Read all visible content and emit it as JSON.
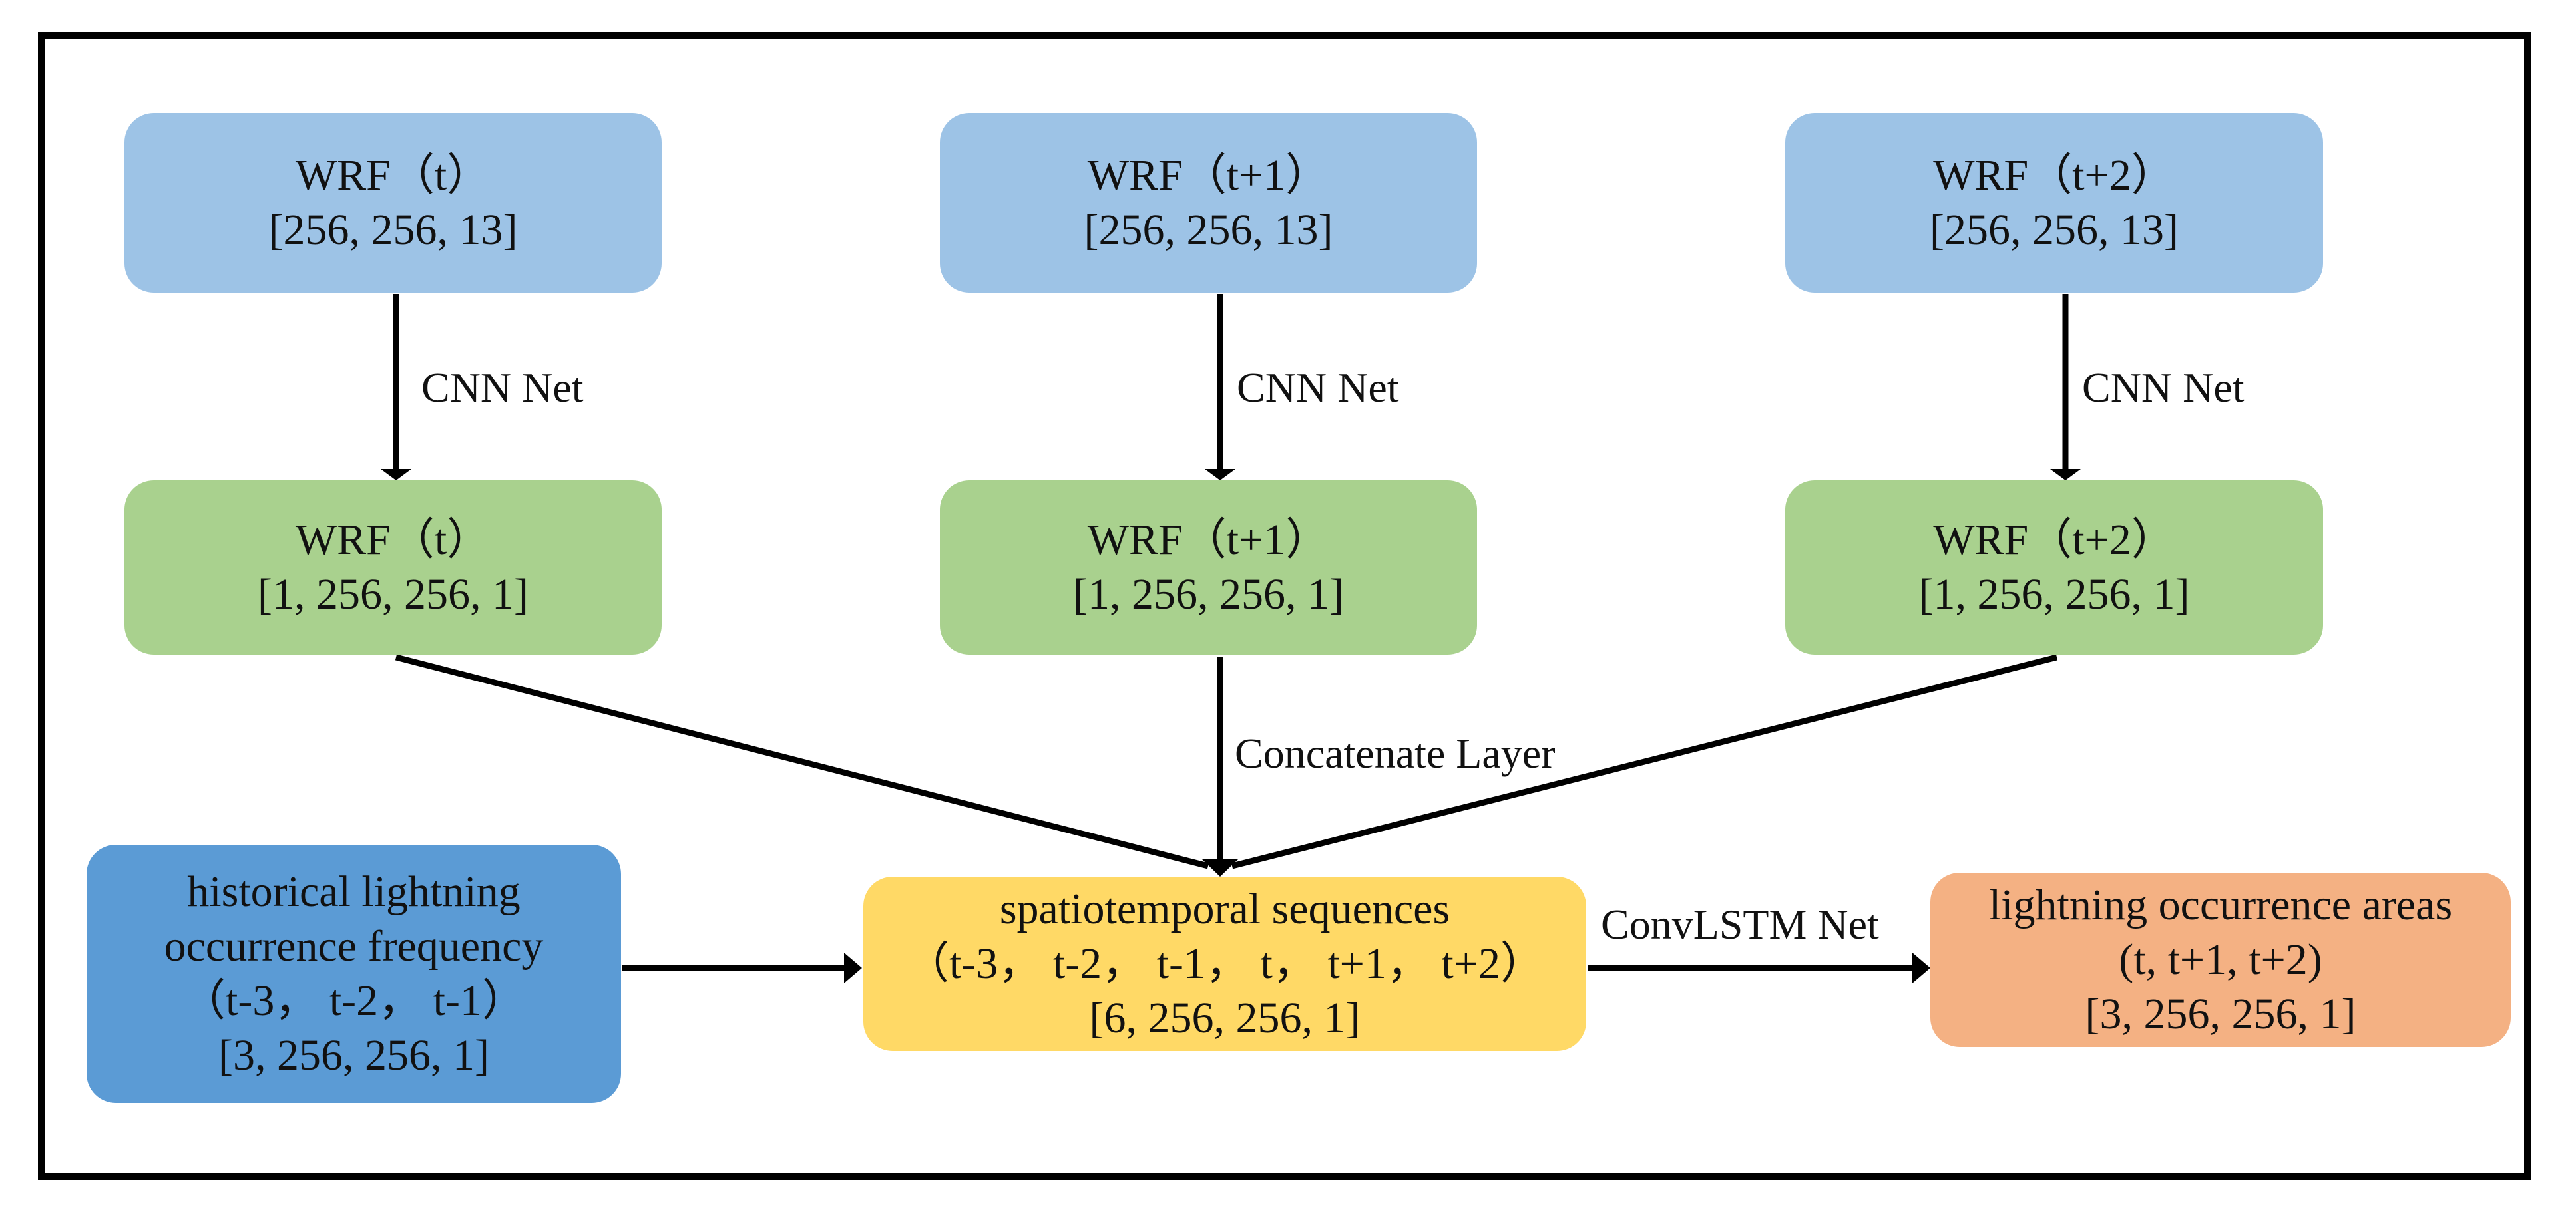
{
  "colors": {
    "wrf_input": "#9dc3e6",
    "cnn_output": "#a9d18e",
    "history": "#5b9bd5",
    "sequence": "#ffd966",
    "output": "#f4b183",
    "line": "#000000"
  },
  "wrf_inputs": [
    {
      "title": "WRF（t）",
      "shape": "[256, 256, 13]"
    },
    {
      "title": "WRF（t+1）",
      "shape": "[256, 256, 13]"
    },
    {
      "title": "WRF（t+2）",
      "shape": "[256, 256, 13]"
    }
  ],
  "cnn_outputs": [
    {
      "title": "WRF（t）",
      "shape": "[1, 256, 256, 1]"
    },
    {
      "title": "WRF（t+1）",
      "shape": "[1, 256, 256, 1]"
    },
    {
      "title": "WRF（t+2）",
      "shape": "[1, 256, 256, 1]"
    }
  ],
  "edge_labels": {
    "cnn": "CNN Net",
    "concat": "Concatenate Layer",
    "convlstm": "ConvLSTM Net"
  },
  "history": {
    "line1": "historical lightning",
    "line2": "occurrence frequency",
    "line3": "（t-3， t-2， t-1）",
    "shape": "[3, 256, 256, 1]"
  },
  "sequence": {
    "line1": "spatiotemporal sequences",
    "line2": "（t-3， t-2， t-1， t， t+1， t+2）",
    "shape": "[6, 256, 256, 1]"
  },
  "output": {
    "line1": "lightning occurrence areas",
    "line2": "(t, t+1, t+2)",
    "shape": "[3, 256, 256, 1]"
  }
}
